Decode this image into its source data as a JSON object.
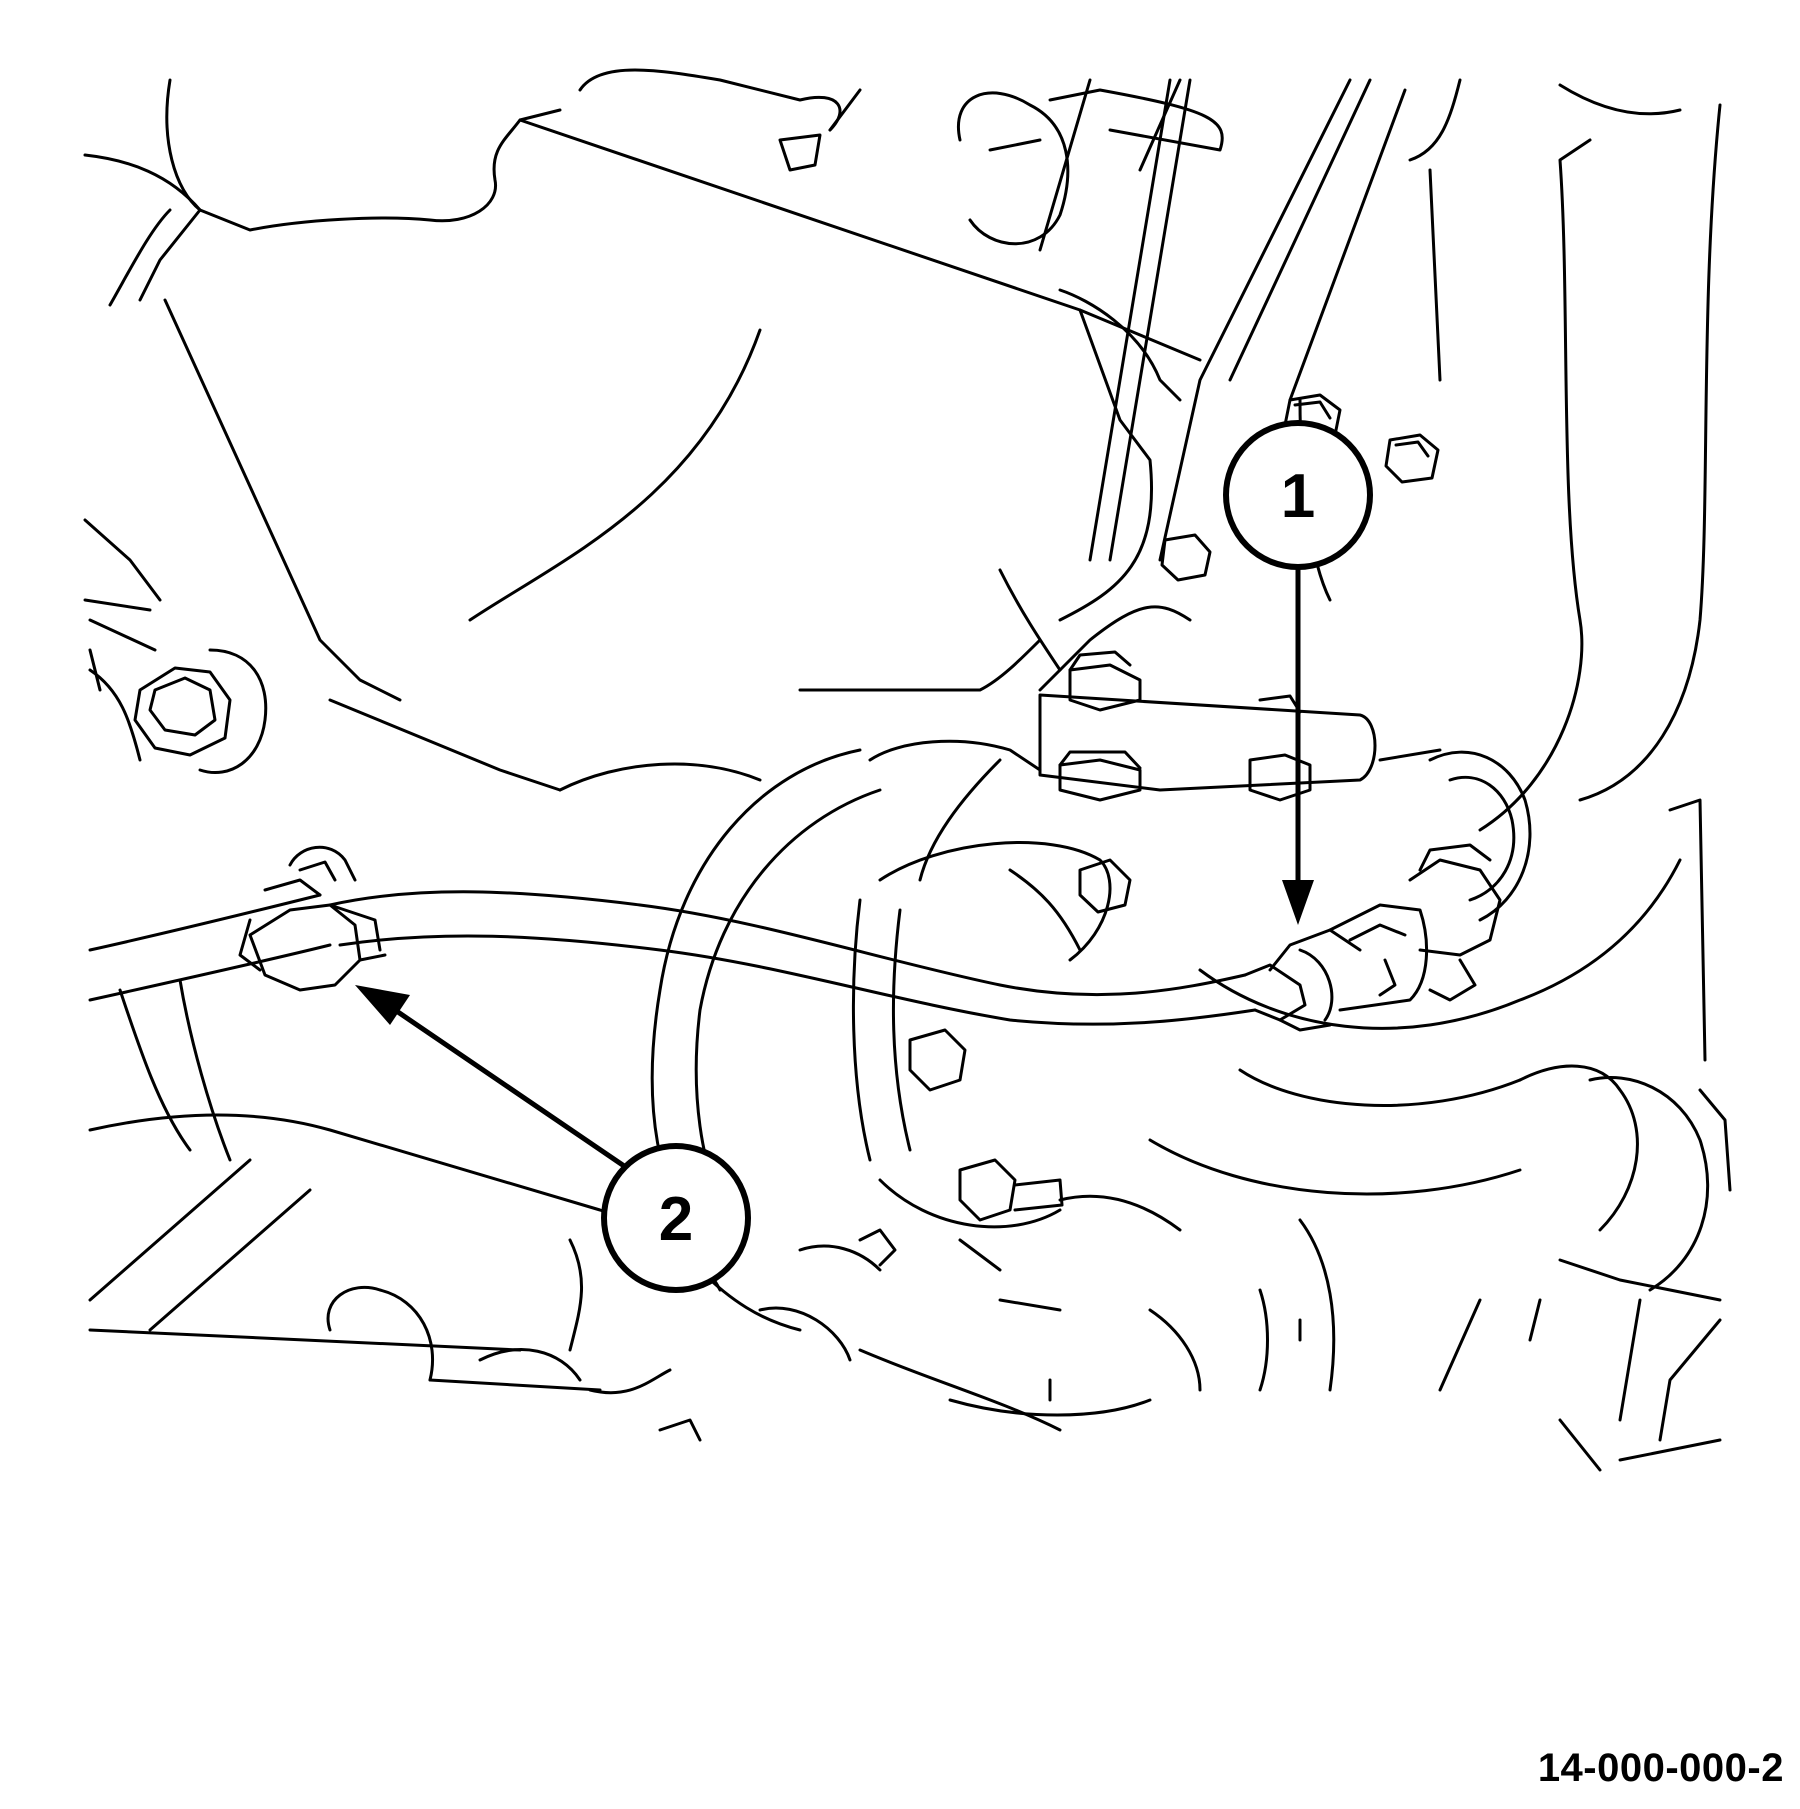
{
  "callouts": [
    {
      "number": "1"
    },
    {
      "number": "2"
    }
  ],
  "figure_id": "14-000-000-2",
  "colors": {
    "line": "#000000",
    "background": "#ffffff"
  }
}
